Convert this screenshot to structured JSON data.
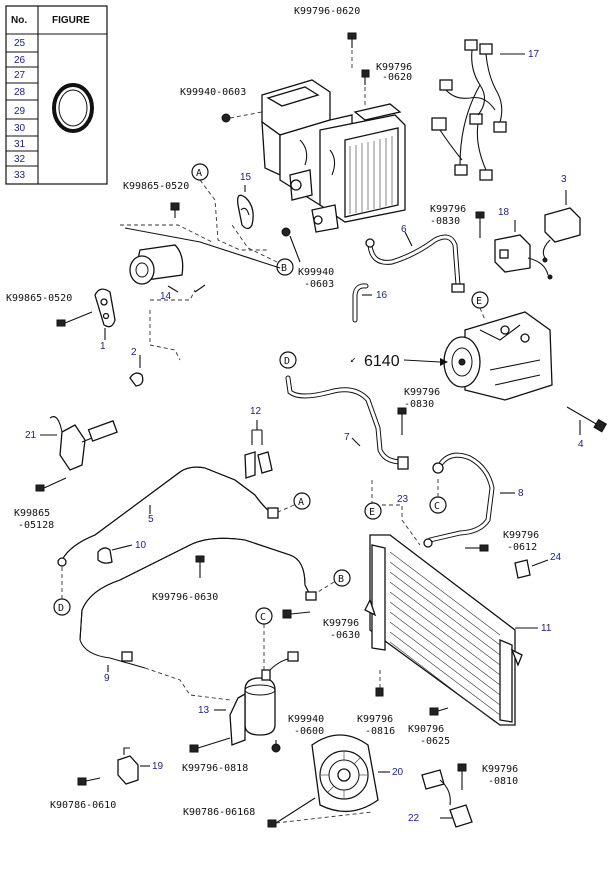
{
  "table": {
    "col_no": "No.",
    "col_figure": "FIGURE",
    "rows": [
      "25",
      "26",
      "27",
      "28",
      "29",
      "30",
      "31",
      "32",
      "33"
    ]
  },
  "refs": {
    "r6140": "6140",
    "A": "A",
    "B": "B",
    "C": "C",
    "D": "D",
    "E": "E"
  },
  "labels": {
    "k99796_0620_top": "K99796-0620",
    "k99796_a": "K99796",
    "k99796_a2": "-0620",
    "k99940_0603": "K99940-0603",
    "k99865_0520_mid": "K99865-0520",
    "k99940_b": "K99940",
    "k99940_b2": "-0603",
    "k99796_c": "K99796",
    "k99796_c2": "-0830",
    "k99865_0520_left": "K99865-0520",
    "k99796_d": "K99796",
    "k99796_d2": "-0830",
    "k99865_e": "K99865",
    "k99865_e2": "-05128",
    "k99796_f": "K99796",
    "k99796_f2": "-0612",
    "k99796_0630_mid": "K99796-0630",
    "k99796_g": "K99796",
    "k99796_g2": "-0630",
    "k99940_h": "K99940",
    "k99940_h2": "-0600",
    "k99796_i": "K99796",
    "k99796_i2": "-0816",
    "k90796_j": "K90796",
    "k90796_j2": "-0625",
    "k99796_0818": "K99796-0818",
    "k99796_k": "K99796",
    "k99796_k2": "-0810",
    "k90786_0610": "K90786-0610",
    "k90786_06168": "K90786-06168"
  },
  "parts": {
    "p1": "1",
    "p2": "2",
    "p3": "3",
    "p4": "4",
    "p5": "5",
    "p6": "6",
    "p7": "7",
    "p8": "8",
    "p9": "9",
    "p10": "10",
    "p11": "11",
    "p12": "12",
    "p13": "13",
    "p14": "14",
    "p15": "15",
    "p16": "16",
    "p17": "17",
    "p18": "18",
    "p19": "19",
    "p20": "20",
    "p21": "21",
    "p22": "22",
    "p23": "23",
    "p24": "24"
  }
}
